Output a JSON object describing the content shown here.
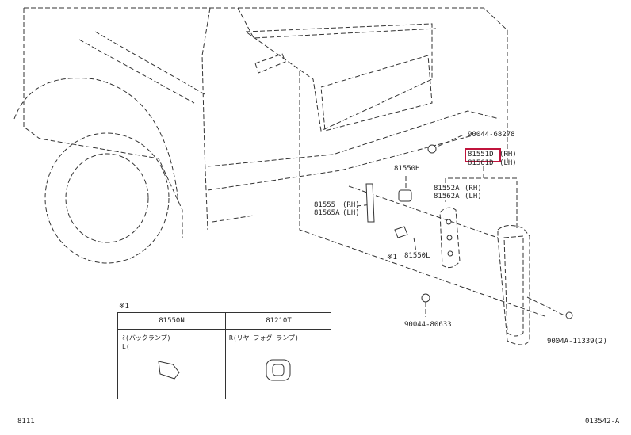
{
  "callouts": {
    "p90044_68278": "90044-68278",
    "p81551d": "81551D",
    "p81551d_side": "(RH)",
    "p81561d": "81561D",
    "p81561d_side": "(LH)",
    "p81550h": "81550H",
    "p81552a": "81552A",
    "p81552a_side": "(RH)",
    "p81562a": "81562A",
    "p81562a_side": "(LH)",
    "p81555": "81555",
    "p81555_side": "(RH)",
    "p81565a": "81565A",
    "p81565a_side": "(LH)",
    "p81550l": "81550L",
    "ref_x1": "※1",
    "p90044_80633": "90044-80633",
    "p9004a_11339": "9004A-11339(2)"
  },
  "table": {
    "note": "※1",
    "col1_part": "81550N",
    "col2_part": "81210T",
    "col1_desc_line1": "ﾐ(バックランプ)",
    "col1_desc_line2": "L(",
    "col2_desc": "R(リヤ フォグ ランプ)"
  },
  "footer": {
    "left_code": "8111",
    "right_code": "013542-A"
  },
  "colors": {
    "highlight": "#c0143c",
    "line": "#333333"
  }
}
